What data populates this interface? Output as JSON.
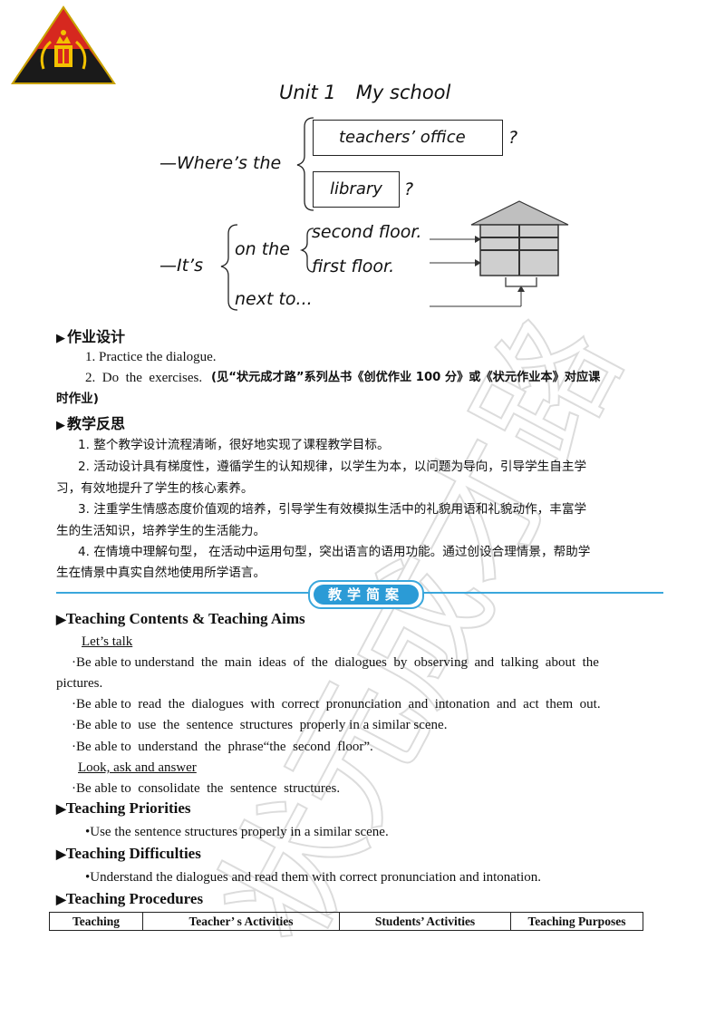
{
  "board": {
    "title_unit": "Unit 1",
    "title_name": "My school",
    "where_text": "—Where’s the",
    "box1": "teachers’ office",
    "q1": "?",
    "box2": "library",
    "q2": "?",
    "its_text": "—It’s",
    "on_the": "on the",
    "second_floor": "second floor.",
    "first_floor": "first floor.",
    "next_to": "next to..."
  },
  "homework": {
    "heading": "作业设计",
    "item1": "1. Practice the dialogue.",
    "item2_en": "2.  Do  the  exercises.",
    "item2_cn_line1": "(见“状元成才路”系列丛书《创优作业 100 分》或《状元作业本》对应课",
    "item2_cn_line2": "时作业)"
  },
  "reflection": {
    "heading": "教学反思",
    "p1": "1. 整个教学设计流程清晰，很好地实现了课程教学目标。",
    "p2_l1": "2. 活动设计具有梯度性，遵循学生的认知规律，以学生为本，以问题为导向，引导学生自主学",
    "p2_l2": "习，有效地提升了学生的核心素养。",
    "p3_l1": "3. 注重学生情感态度价值观的培养，引导学生有效模拟生活中的礼貌用语和礼貌动作，丰富学",
    "p3_l2": "生的生活知识，培养学生的生活能力。",
    "p4_l1": "4. 在情境中理解句型， 在活动中运用句型，突出语言的语用功能。通过创设合理情景，帮助学",
    "p4_l2": "生在情景中真实自然地使用所学语言。"
  },
  "banner": {
    "label": "教学简案"
  },
  "contents": {
    "heading": "Teaching Contents & Teaching Aims",
    "lets_talk": "Let’s talk",
    "aim1_l1": "·Be able to understand  the  main  ideas  of  the  dialogues  by  observing  and  talking  about  the",
    "aim1_l2": "pictures.",
    "aim2": "·Be able to  read  the  dialogues  with  correct  pronunciation  and  intonation  and  act  them  out.",
    "aim3": "·Be able to  use  the  sentence  structures  properly in a similar scene.",
    "aim4": "·Be able to  understand  the  phrase“the  second  floor”.",
    "look_ask": "Look, ask and answer",
    "aim5": "·Be able to  consolidate  the  sentence  structures."
  },
  "priorities": {
    "heading": "Teaching Priorities",
    "item": "•Use the sentence structures properly in a similar scene."
  },
  "difficulties": {
    "heading": "Teaching Difficulties",
    "item": "•Understand the dialogues and read them with correct pronunciation and intonation."
  },
  "procedures": {
    "heading": "Teaching Procedures",
    "columns": [
      "Teaching",
      "Teacher’ s Activities",
      "Students’ Activities",
      "Teaching Purposes"
    ]
  },
  "watermark": {
    "text": "状元成才路"
  },
  "colors": {
    "accent": "#2b9bd6",
    "logo_red": "#d6281f",
    "logo_black": "#1a1a1a",
    "logo_gold": "#f2c200"
  }
}
